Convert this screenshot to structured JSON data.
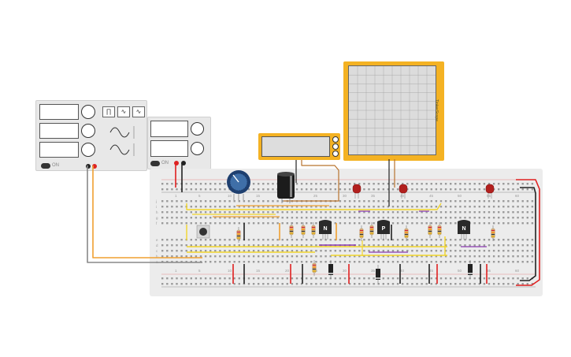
{
  "function_generator": {
    "wave_buttons": [
      "∏",
      "∿",
      "∿"
    ],
    "brand": "",
    "power_label": "ON"
  },
  "power_supply": {
    "power_label": "ON"
  },
  "scope": {
    "side_label": "TinkerScope"
  },
  "breadboard": {
    "top_col_numbers": [
      "1",
      "5",
      "10",
      "15",
      "20",
      "25",
      "30",
      "35",
      "40",
      "45",
      "50",
      "55",
      "60"
    ],
    "bottom_col_numbers": [
      "1",
      "5",
      "10",
      "15",
      "20",
      "25",
      "30",
      "35",
      "40",
      "45",
      "50",
      "55",
      "60"
    ],
    "row_letters_top": [
      "j",
      "i",
      "h",
      "g",
      "f"
    ],
    "row_letters_bottom": [
      "e",
      "d",
      "c",
      "b",
      "a"
    ]
  },
  "transistors": [
    {
      "label": "N"
    },
    {
      "label": "P"
    },
    {
      "label": "N"
    }
  ],
  "colors": {
    "wire_orange": "#f0a030",
    "wire_gray": "#888888",
    "wire_yellow": "#f2d52b",
    "wire_red": "#e02020",
    "wire_black": "#222222",
    "wire_purple": "#8a3ab0",
    "wire_brown": "#b8732e",
    "instrument_yellow": "#f4b223",
    "board": "#ececec"
  }
}
